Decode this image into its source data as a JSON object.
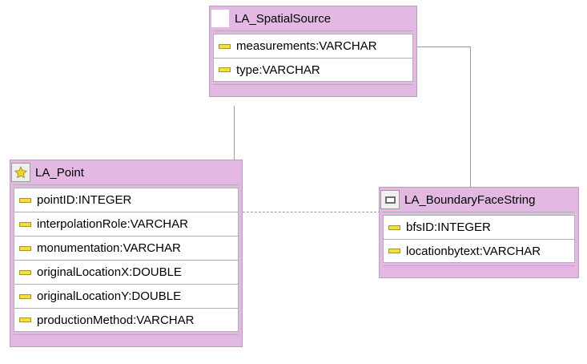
{
  "diagram": {
    "type": "uml-class-diagram",
    "background_color": "#ffffff",
    "class_fill_color": "#e3b9e4",
    "attribute_row_color": "#ffffff",
    "attribute_icon_color": "#f5e03a",
    "connector_color": "#9b9b9b"
  },
  "classes": [
    {
      "id": "la-spatialsource",
      "name": "LA_SpatialSource",
      "icon": "blank-square-icon",
      "attributes": [
        {
          "label": "measurements:VARCHAR",
          "icon": "attribute-icon"
        },
        {
          "label": "type:VARCHAR",
          "icon": "attribute-icon"
        }
      ]
    },
    {
      "id": "la-point",
      "name": "LA_Point",
      "icon": "star-icon",
      "attributes": [
        {
          "label": "pointID:INTEGER",
          "icon": "attribute-icon"
        },
        {
          "label": "interpolationRole:VARCHAR",
          "icon": "attribute-icon"
        },
        {
          "label": "monumentation:VARCHAR",
          "icon": "attribute-icon"
        },
        {
          "label": "originalLocationX:DOUBLE",
          "icon": "attribute-icon"
        },
        {
          "label": "originalLocationY:DOUBLE",
          "icon": "attribute-icon"
        },
        {
          "label": "productionMethod:VARCHAR",
          "icon": "attribute-icon"
        }
      ]
    },
    {
      "id": "la-boundaryfacestring",
      "name": "LA_BoundaryFaceString",
      "icon": "rectangle-icon",
      "attributes": [
        {
          "label": "bfsID:INTEGER",
          "icon": "attribute-icon"
        },
        {
          "label": "locationbytext:VARCHAR",
          "icon": "attribute-icon"
        }
      ]
    }
  ],
  "connectors": [
    {
      "id": "spatialsource-to-point",
      "style": "solid",
      "from": "la-spatialsource",
      "to": "la-point"
    },
    {
      "id": "spatialsource-to-boundaryfacestring",
      "style": "solid",
      "from": "la-spatialsource",
      "to": "la-boundaryfacestring"
    },
    {
      "id": "point-to-boundaryfacestring",
      "style": "dashed",
      "from": "la-point",
      "to": "la-boundaryfacestring"
    }
  ]
}
